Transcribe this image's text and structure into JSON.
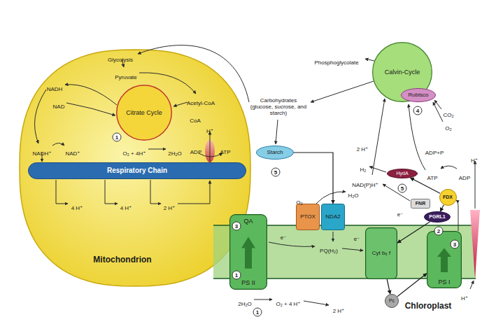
{
  "diagram": {
    "nodes": [
      {
        "text": [
          "Mitochondrion"
        ]
      },
      {
        "text": [
          "Citrate Cycle"
        ],
        "in": 0
      },
      {
        "text": [
          "Respiratory Chain"
        ],
        "in": 0
      },
      {
        "text": [
          "Chloroplast"
        ]
      },
      {
        "text": [
          "Calvin-Cycle"
        ],
        "in": 3
      },
      {
        "text": [
          "Rubisco"
        ],
        "in": 3
      },
      {
        "text": [
          "Starch"
        ],
        "in": 3
      },
      {
        "text": [
          "HydA"
        ],
        "in": 3
      },
      {
        "text": [
          "FDX"
        ],
        "in": 3
      },
      {
        "text": [
          "FNR"
        ],
        "in": 3
      },
      {
        "text": [
          "PGRL1"
        ],
        "in": 3
      },
      {
        "text": [
          "PTOX"
        ],
        "in": 3
      },
      {
        "text": [
          "NDA2"
        ],
        "in": 3
      },
      {
        "text": [
          "QA",
          "PS II"
        ],
        "in": 3
      },
      {
        "text": [
          "Cyt b₆ f"
        ],
        "in": 3
      },
      {
        "text": [
          "PS I"
        ],
        "in": 3
      },
      {
        "text": [
          "Pc"
        ],
        "in": 3
      }
    ],
    "edges": [
      {
        "from": 6,
        "to": 12,
        "arrow": "to"
      },
      {
        "from": 14,
        "to": 16,
        "arrow": "to"
      },
      {
        "from": 16,
        "to": 15,
        "arrow": "to"
      },
      {
        "from": 8,
        "to": 10,
        "arrow": "to"
      },
      {
        "from": 10,
        "to": 14,
        "arrow": "to"
      },
      {
        "from": 8,
        "to": 7,
        "arrow": "to"
      }
    ],
    "labels": [
      "Glycolysis",
      "Pyruvate",
      "NADH",
      "NAD",
      "Acetyl-CoA",
      "CoA",
      "NADH⁺",
      "NAD⁺",
      "1",
      "O₂ + 4H⁺",
      "2H₂O",
      "H⁺",
      "ADP",
      "ATP",
      "4 H⁺",
      "4 H⁺",
      "2 H⁺",
      "Phosphoglycolate",
      "Carbohydrates (glucose, sucrose, and starch)",
      "CO₂",
      "O₂",
      "2 H⁺",
      "ADP+P",
      "H⁺",
      "H₂",
      "NAD(P)H⁺",
      "ATP",
      "ADP",
      "H₂O",
      "O₂",
      "PQ(H₂)",
      "e⁻",
      "e⁻",
      "e⁻",
      "1",
      "3",
      "3",
      "2",
      "4",
      "5",
      "5",
      "2H₂O",
      "1",
      "O₂ + 4 H⁺",
      "2 H⁺",
      "H⁺"
    ]
  }
}
